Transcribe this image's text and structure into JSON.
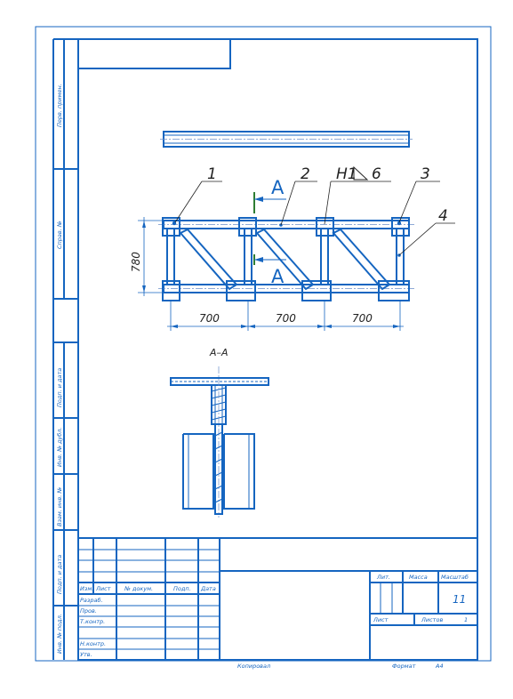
{
  "drawing": {
    "section_label": "A–A",
    "cut_letter": "A",
    "dimensions": {
      "height": "780",
      "span": "700"
    },
    "callouts": {
      "c1": "1",
      "c2": "2",
      "c3": "3",
      "c4": "4",
      "weld_leg": "6",
      "weld_code": "H1"
    }
  },
  "side_strip": {
    "perv_primen": "Перв. примен.",
    "sprav_no": "Справ. №",
    "podp_data_top": "Подп. и дата",
    "inv_dubl": "Инв. № дубл.",
    "vzam_inv": "Взам. инв. №",
    "podp_data_bottom": "Подп. и дата",
    "inv_podl": "Инв. № подл."
  },
  "title_block": {
    "col_izm": "Изм.",
    "col_list": "Лист",
    "col_docum": "№ докум.",
    "col_podp": "Подп.",
    "col_data": "Дата",
    "razrab": "Разраб.",
    "prov": "Пров.",
    "tkontr": "Т.контр.",
    "nkontr": "Н.контр.",
    "utv": "Утв.",
    "lit": "Лит.",
    "massa": "Масса",
    "masshtab": "Масштаб",
    "scale_value": "11",
    "list": "Лист",
    "listov": "Листов",
    "listov_value": "1",
    "kopiroval": "Копировал",
    "format": "Формат",
    "format_value": "А4"
  }
}
